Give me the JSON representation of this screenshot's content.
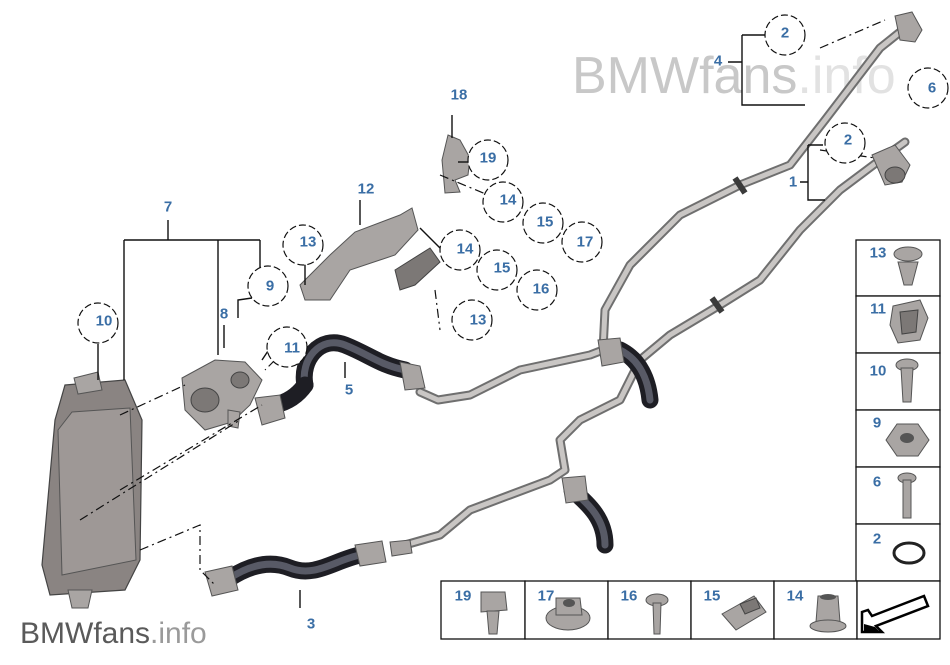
{
  "watermark_top": {
    "brand": "BMWfans",
    "suffix": ".info"
  },
  "watermark_bottom": {
    "brand": "BMWfans",
    "suffix": ".info"
  },
  "callouts": {
    "c1": "1",
    "c2a": "2",
    "c2b": "2",
    "c3": "3",
    "c4": "4",
    "c5": "5",
    "c6": "6",
    "c7": "7",
    "c8": "8",
    "c9": "9",
    "c10": "10",
    "c11": "11",
    "c12": "12",
    "c13a": "13",
    "c13b": "13",
    "c14a": "14",
    "c14b": "14",
    "c15a": "15",
    "c15b": "15",
    "c16": "16",
    "c17": "17",
    "c18": "18",
    "c19": "19"
  },
  "legend_column": [
    "13",
    "11",
    "10",
    "9",
    "6",
    "2"
  ],
  "legend_row": [
    "19",
    "17",
    "16",
    "15",
    "14"
  ]
}
